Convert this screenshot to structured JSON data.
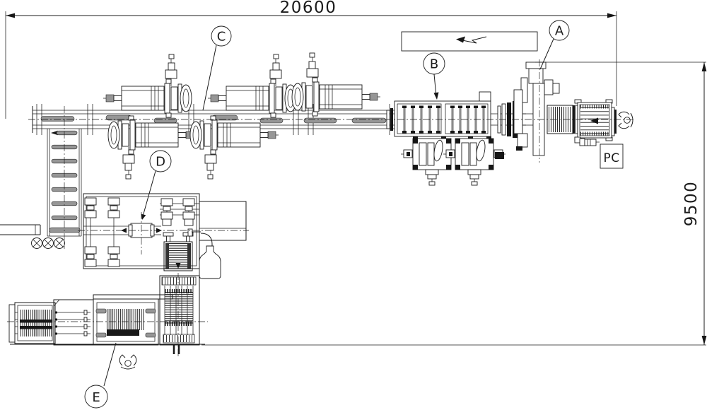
{
  "drawing": {
    "type": "production-line-layout-plan",
    "dimensions": {
      "top_width": "20600",
      "right_height": "9500"
    },
    "callouts": {
      "a": "A",
      "b": "B",
      "c": "C",
      "d": "D",
      "e": "E"
    },
    "labels": {
      "pc_station": "PC"
    },
    "icons": {
      "lightning": "lightning-arrow-icon",
      "operator": "operator-icon",
      "flow_direction": "left-arrow-icon"
    },
    "colors": {
      "line": "#1b1b1b",
      "roller_gray": "#8c8c8c",
      "dark_fill": "#161616",
      "background": "#ffffff"
    }
  }
}
